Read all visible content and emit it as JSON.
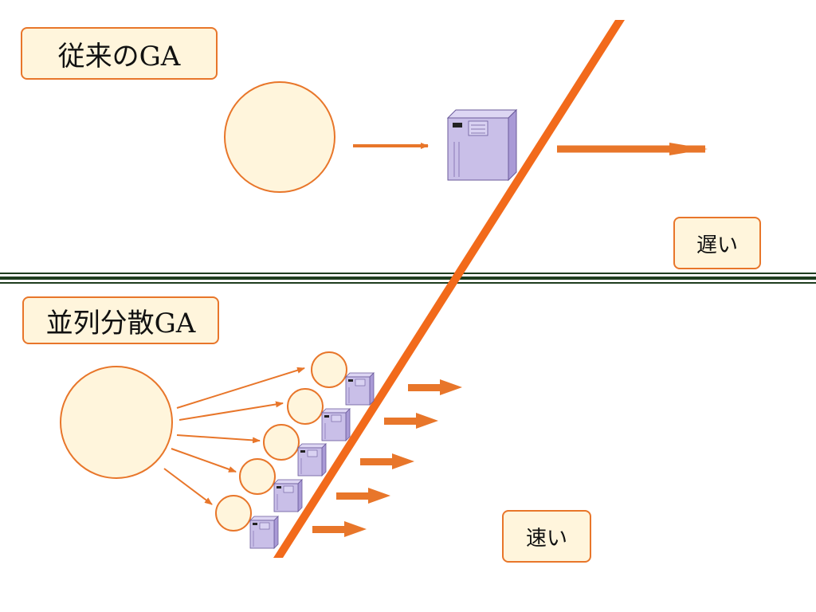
{
  "sections": {
    "conventional_label": "従来のGA",
    "distributed_label": "並列分散GA"
  },
  "speed": {
    "slow_label": "遅い",
    "fast_label": "速い"
  },
  "colors": {
    "accent": "#e8762a",
    "circle_fill": "#fff5dc",
    "server_fill": "#c9bfe8",
    "server_stroke": "#6a5a9a",
    "divider": "#1f3d1f"
  },
  "icons": {
    "server": "server-icon",
    "population": "population-circle",
    "arrow": "arrow-right-icon"
  }
}
